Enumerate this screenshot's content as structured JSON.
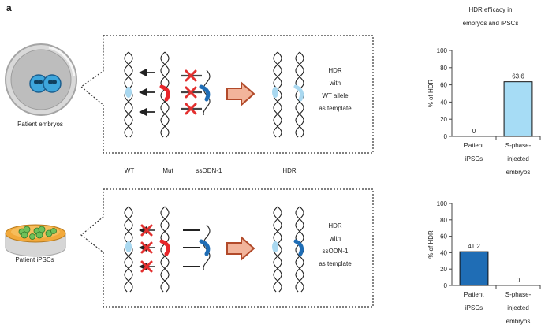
{
  "panel_label": "a",
  "colors": {
    "wt_allele": "#a9d8f0",
    "mut_allele": "#e8262b",
    "donor_blue": "#1f6db5",
    "cross": "#e3302f",
    "arrow_fill": "#f2b49b",
    "arrow_stroke": "#b24a2a",
    "bar_light": "#a6dcf5",
    "bar_dark": "#1f6db5",
    "dish_orange": "#f2a93b",
    "cell_green": "#6ec05a"
  },
  "embryo_panel": {
    "caption": "Patient embryos",
    "hdr_text": [
      "HDR",
      "with",
      "WT allele",
      "as template"
    ]
  },
  "ipsc_panel": {
    "caption": "Patient iPSCs",
    "hdr_text": [
      "HDR",
      "with",
      "ssODN-1",
      "as template"
    ]
  },
  "strand_labels": {
    "wt": "WT",
    "mut": "Mut",
    "ssodn": "ssODN-1",
    "hdr": "HDR"
  },
  "chart_title": [
    "HDR efficacy in",
    "embryos and iPSCs"
  ],
  "chart_data": [
    {
      "type": "bar",
      "ylabel": "% of HDR",
      "ylim": [
        0,
        100
      ],
      "yticks": [
        0,
        20,
        40,
        60,
        80,
        100
      ],
      "categories": [
        [
          "Patient",
          "iPSCs"
        ],
        [
          "S-phase-",
          "injected",
          "embryos"
        ]
      ],
      "values": [
        0,
        63.6
      ],
      "labels": [
        "0",
        "63.6"
      ],
      "bar_colors": [
        "#a6dcf5",
        "#a6dcf5"
      ]
    },
    {
      "type": "bar",
      "ylabel": "% of HDR",
      "ylim": [
        0,
        100
      ],
      "yticks": [
        0,
        20,
        40,
        60,
        80,
        100
      ],
      "categories": [
        [
          "Patient",
          "iPSCs"
        ],
        [
          "S-phase-",
          "injected",
          "embryos"
        ]
      ],
      "values": [
        41.2,
        0
      ],
      "labels": [
        "41.2",
        "0"
      ],
      "bar_colors": [
        "#1f6db5",
        "#1f6db5"
      ]
    }
  ]
}
